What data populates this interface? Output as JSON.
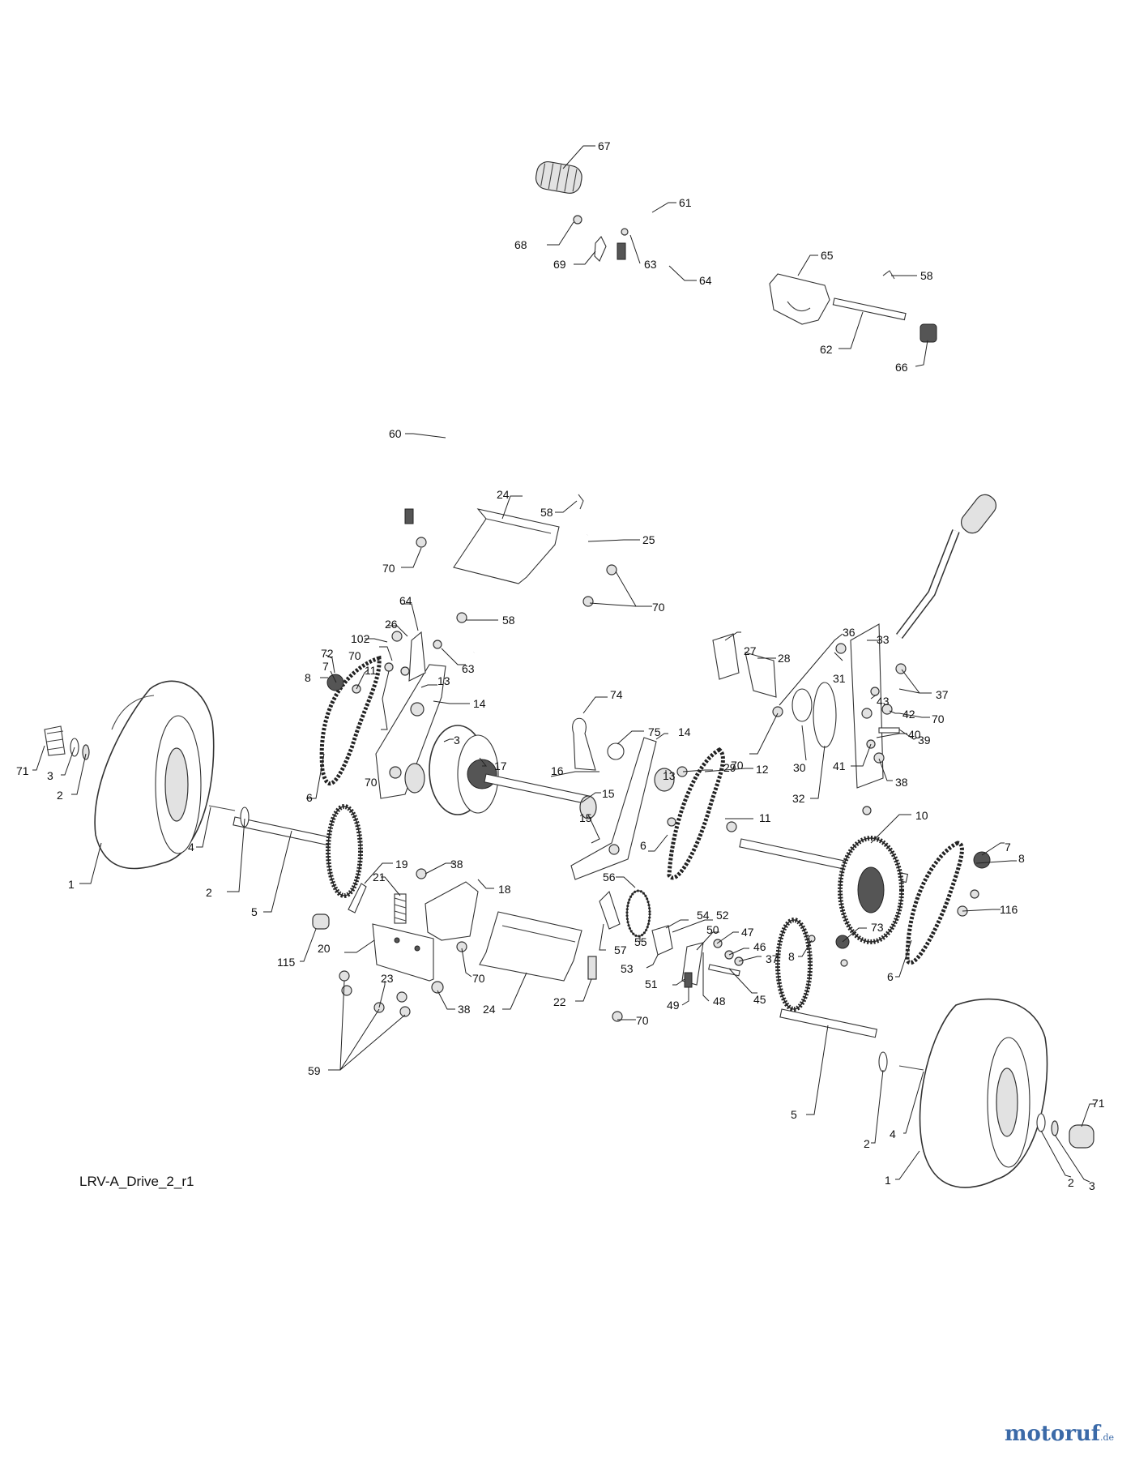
{
  "diagram": {
    "id_label": "LRV-A_Drive_2_r1",
    "watermark": {
      "brand": "motoruf",
      "suffix": ".de",
      "color": "#3b6aa8"
    },
    "callouts": [
      "67",
      "61",
      "68",
      "69",
      "63",
      "64",
      "65",
      "58",
      "62",
      "66",
      "60",
      "24",
      "58",
      "25",
      "70",
      "70",
      "64",
      "26",
      "102",
      "63",
      "58",
      "72",
      "70",
      "7",
      "11",
      "8",
      "13",
      "14",
      "70",
      "3",
      "17",
      "36",
      "27",
      "33",
      "28",
      "31",
      "37",
      "43",
      "42",
      "70",
      "29",
      "30",
      "32",
      "41",
      "40",
      "39",
      "38",
      "74",
      "75",
      "14",
      "13",
      "70",
      "12",
      "11",
      "16",
      "15",
      "15",
      "6",
      "71",
      "3",
      "2",
      "4",
      "2",
      "1",
      "5",
      "6",
      "10",
      "7",
      "8",
      "21",
      "19",
      "38",
      "18",
      "56",
      "116",
      "54",
      "52",
      "50",
      "47",
      "46",
      "37",
      "73",
      "8",
      "115",
      "20",
      "57",
      "55",
      "53",
      "51",
      "45",
      "49",
      "48",
      "6",
      "23",
      "70",
      "24",
      "22",
      "38",
      "70",
      "59",
      "5",
      "71",
      "2",
      "4",
      "1",
      "2",
      "3"
    ]
  }
}
